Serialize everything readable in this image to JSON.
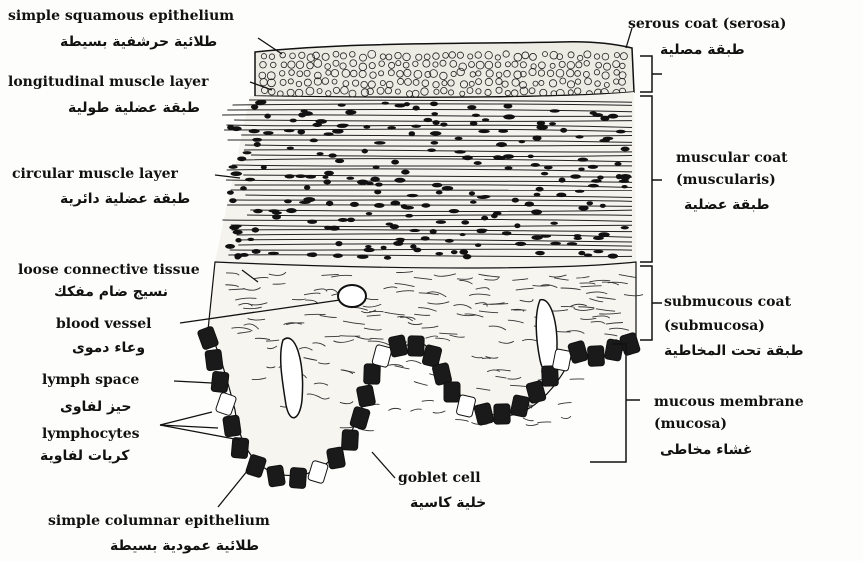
{
  "labels": {
    "simple_squamous_en": "simple squamous epithelium",
    "simple_squamous_ar": "طلائية حرشفية بسيطة",
    "longitudinal_en": "longitudinal muscle layer",
    "longitudinal_ar": "طبقة عضلية طولية",
    "circular_en": "circular muscle layer",
    "circular_ar": "طبقة عضلية دائرية",
    "loose_ct_en": "loose connective tissue",
    "loose_ct_ar": "نسيج ضام مفكك",
    "blood_vessel_en": "blood vessel",
    "blood_vessel_ar": "وعاء دموى",
    "lymph_space_en": "lymph space",
    "lymph_space_ar": "حيز لفاوى",
    "lymphocytes_en": "lymphocytes",
    "lymphocytes_ar": "كريات لفاوية",
    "simple_columnar_en": "simple columnar epithelium",
    "simple_columnar_ar": "طلائية عمودية بسيطة",
    "goblet_en": "goblet cell",
    "goblet_ar": "خلية كاسية",
    "serous_en": "serous coat (serosa)",
    "serous_ar": "طبقة مصلية",
    "muscular_en1": "muscular coat",
    "muscular_en2": "(muscularis)",
    "muscular_ar": "طبقة عضلية",
    "submucous_en1": "submucous coat",
    "submucous_en2": "(submucosa)",
    "submucous_ar": "طبقة تحت المخاطية",
    "mucous_en1": "mucous membrane",
    "mucous_en2": "(mucosa)",
    "mucous_ar": "غشاء مخاطى"
  },
  "colors": {
    "ink": "#111111",
    "paper": "#fdfdfb"
  }
}
